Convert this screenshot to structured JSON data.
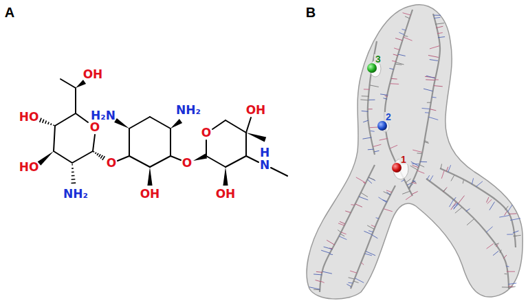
{
  "diagram": {
    "labels": [
      "A",
      "B",
      "OH",
      "3",
      "OH",
      "HO",
      "H₂N",
      "NH₂",
      "2",
      "O",
      "O",
      "H",
      "HO",
      "O",
      "O",
      "N",
      "1",
      "NH₂",
      "OH",
      "OH"
    ]
  }
}
